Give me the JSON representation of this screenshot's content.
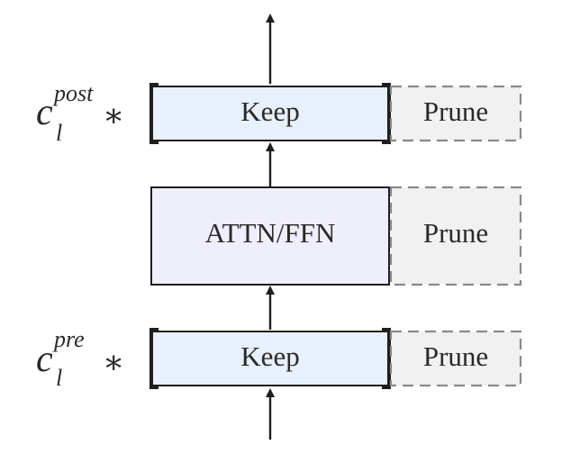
{
  "top_keep": {
    "label": "Keep",
    "prune_label": "Prune",
    "coef_base": "c",
    "coef_superscript": "post",
    "coef_subscript": "l",
    "coef_operator": "∗"
  },
  "core": {
    "label": "ATTN/FFN",
    "prune_label": "Prune"
  },
  "bottom_keep": {
    "label": "Keep",
    "prune_label": "Prune",
    "coef_base": "c",
    "coef_superscript": "pre",
    "coef_subscript": "l",
    "coef_operator": "∗"
  },
  "colors": {
    "keep_fill": "#e8f0fb",
    "core_fill": "#efeefb",
    "prune_fill": "#f1f1f1",
    "stroke": "#1e1e1e",
    "dash_stroke": "#8a8a8a"
  }
}
